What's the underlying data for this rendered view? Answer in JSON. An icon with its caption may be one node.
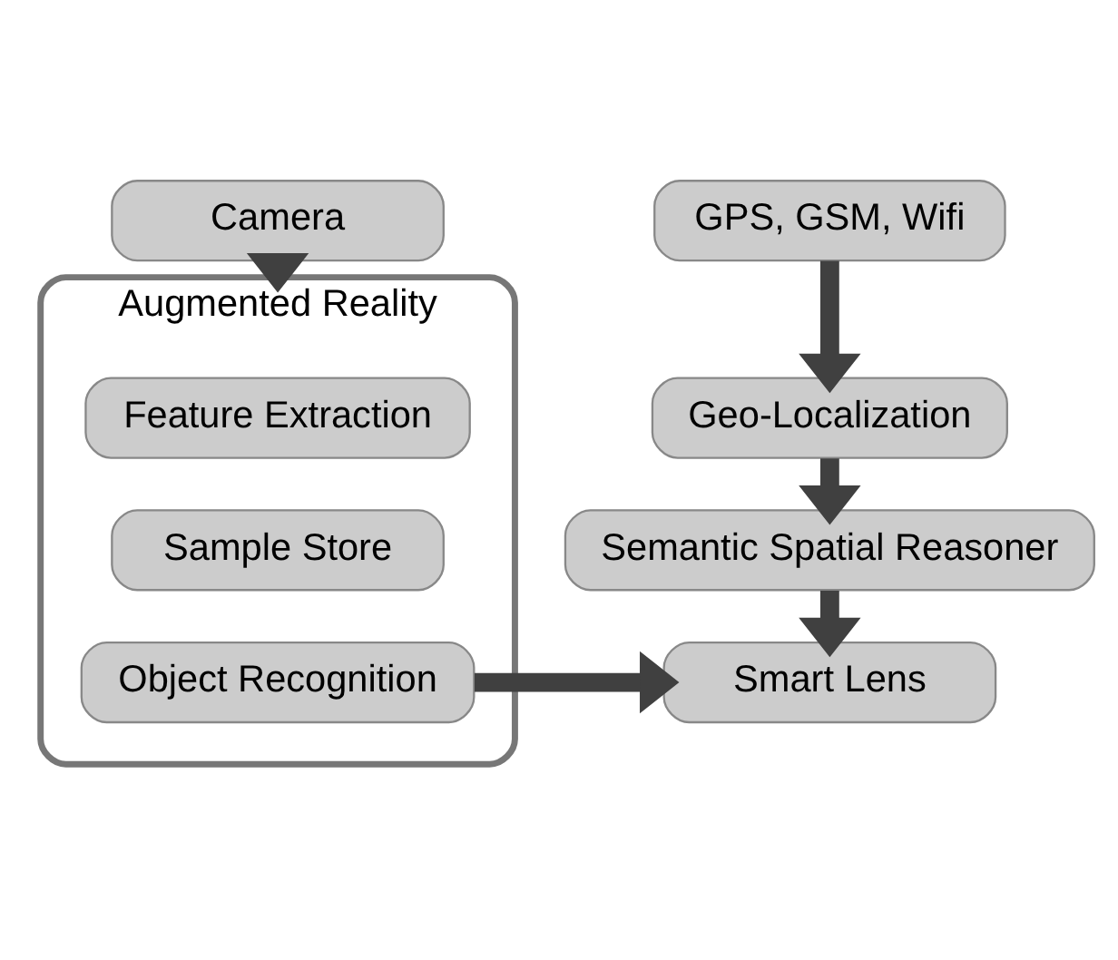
{
  "diagram": {
    "nodes": [
      {
        "text": [
          "Camera"
        ]
      },
      {
        "text": [
          "Augmented Reality"
        ]
      },
      {
        "text": [
          "Feature Extraction"
        ],
        "in": 1
      },
      {
        "text": [
          "Sample Store"
        ],
        "in": 1
      },
      {
        "text": [
          "Object Recognition"
        ],
        "in": 1
      },
      {
        "text": [
          "GPS, GSM, Wifi"
        ]
      },
      {
        "text": [
          "Geo-Localization"
        ]
      },
      {
        "text": [
          "Semantic Spatial Reasoner"
        ]
      },
      {
        "text": [
          "Smart Lens"
        ]
      }
    ],
    "edges": [
      {
        "from": 0,
        "to": 1,
        "arrow": "to"
      },
      {
        "from": 5,
        "to": 6,
        "arrow": "to"
      },
      {
        "from": 6,
        "to": 7,
        "arrow": "to"
      },
      {
        "from": 7,
        "to": 8,
        "arrow": "to"
      },
      {
        "from": 4,
        "to": 8,
        "arrow": "to"
      }
    ]
  }
}
